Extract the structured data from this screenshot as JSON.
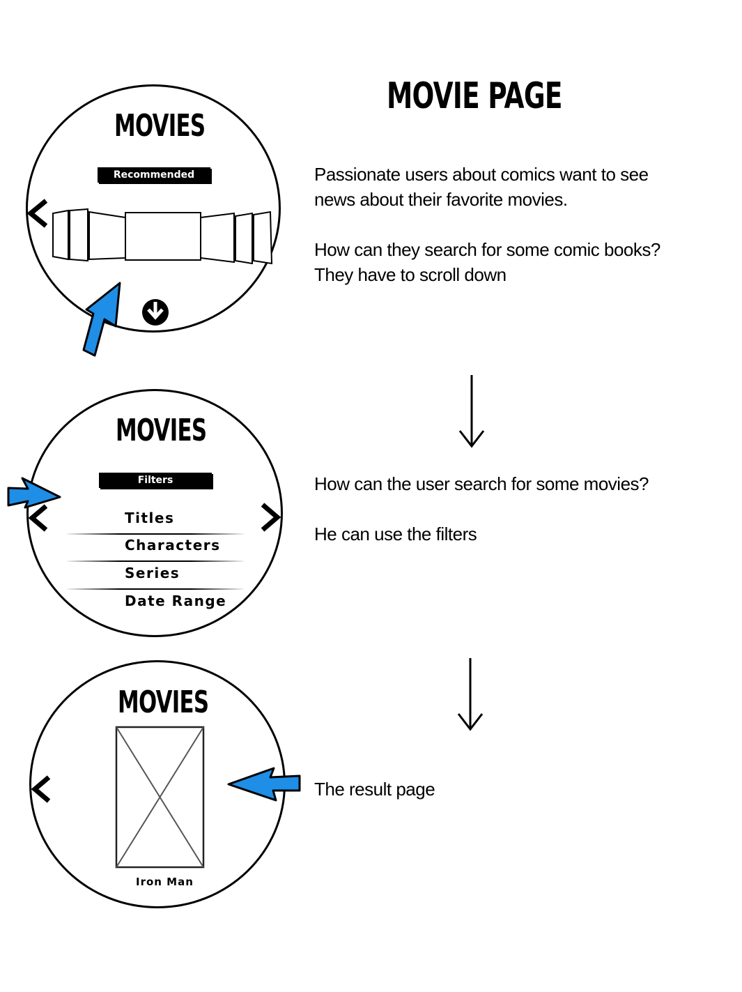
{
  "page": {
    "title": "MOVIE PAGE"
  },
  "screens": [
    {
      "title": "MOVIES",
      "pill": "Recommended",
      "icons": [
        "chevron-left-icon",
        "carousel-frames",
        "scroll-down-icon",
        "pointer-arrow-icon"
      ]
    },
    {
      "title": "MOVIES",
      "pill": "Filters",
      "filters": [
        "Titles",
        "Characters",
        "Series",
        "Date Range"
      ],
      "icons": [
        "chevron-left-icon",
        "chevron-right-icon",
        "pointer-arrow-icon"
      ]
    },
    {
      "title": "MOVIES",
      "caption": "Iron Man",
      "icons": [
        "chevron-left-icon",
        "image-placeholder",
        "pointer-arrow-icon"
      ]
    }
  ],
  "descriptions": {
    "step1": [
      "Passionate users about comics want to see",
      "news about their favorite movies.",
      "",
      "How can they search for some comic books?",
      "They have to scroll down"
    ],
    "step2": [
      "How can the user search for some movies?",
      "",
      "He can use the filters"
    ],
    "step3": [
      "The result page"
    ]
  },
  "colors": {
    "pointer_fill": "#1f8ee6",
    "ink": "#000000",
    "paper": "#ffffff"
  }
}
